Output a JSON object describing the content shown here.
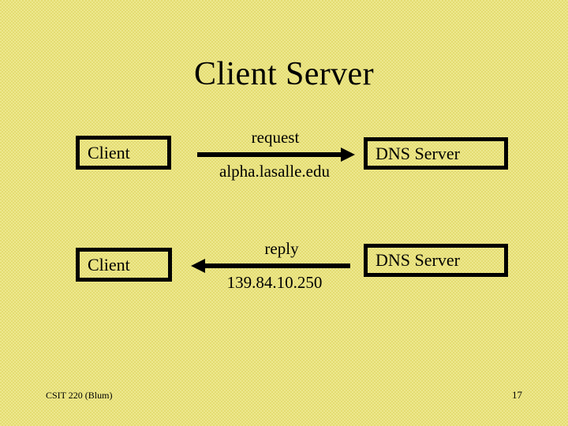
{
  "slide": {
    "title": "Client Server",
    "background_color": "#E4DC72",
    "background_color_alt": "#EDE88E",
    "ink_color": "#000000"
  },
  "diagram": {
    "type": "sequence",
    "rows": [
      {
        "id": "request-row",
        "left_node": "Client",
        "right_node": "DNS Server",
        "arrow_direction": "right",
        "arrow_icon": "arrow-right-icon",
        "top_label": "request",
        "bottom_label": "alpha.lasalle.edu"
      },
      {
        "id": "reply-row",
        "left_node": "Client",
        "right_node": "DNS Server",
        "arrow_direction": "left",
        "arrow_icon": "arrow-left-icon",
        "top_label": "reply",
        "bottom_label": "139.84.10.250"
      }
    ]
  },
  "footer": {
    "course": "CSIT 220 (Blum)",
    "page_number": "17"
  }
}
